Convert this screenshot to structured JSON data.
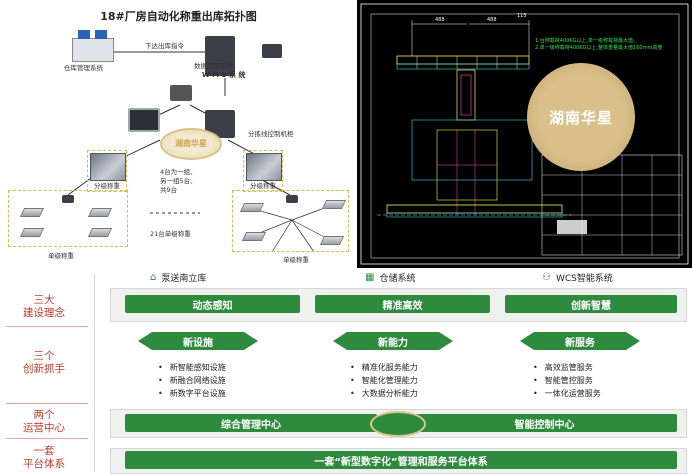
{
  "topology": {
    "title": "18#厂房自动化称重出库拓扑图",
    "labels": {
      "warehouse_system": "仓库管理系统",
      "outbound_cmd": "下达出库指令",
      "db_server": "数据库服务器",
      "wms": "W M S 系 统",
      "line_cabinet": "分拣线控制机柜",
      "group_scale_left": "分级称重",
      "group_scale_right": "分级称重",
      "grouping_note": "4台为一组、另一组5台、共9台",
      "single_count": "21台单级称重",
      "single_left": "单级称重",
      "single_right": "单级称重",
      "seal_text": "湖南华星"
    }
  },
  "cad": {
    "dimensions": [
      "488",
      "488",
      "115"
    ],
    "note_lines": [
      "1.台称载荷400KG以上,单一级称载荷最大值。",
      "2.单一级称载荷400KG以上,整体重量最大值160mm高度"
    ],
    "seal_text": "湖南华星"
  },
  "arch": {
    "headers": [
      {
        "icon": "warehouse-icon",
        "label": "泵送南立库"
      },
      {
        "icon": "grid-icon",
        "label": "仓储系统"
      },
      {
        "icon": "people-icon",
        "label": "WCS智能系统"
      }
    ],
    "rows": [
      {
        "label": "三大\n建设理念"
      },
      {
        "label": "三个\n创新抓手"
      },
      {
        "label": "两个\n运营中心"
      },
      {
        "label": "一套\n平台体系"
      }
    ],
    "concepts": [
      "动态感知",
      "精准高效",
      "创新智慧"
    ],
    "pillars": [
      {
        "title": "新设施",
        "items": [
          "新智能感知设施",
          "新融合网络设施",
          "新数字平台设施"
        ]
      },
      {
        "title": "新能力",
        "items": [
          "精准化服务能力",
          "智能化管理能力",
          "大数据分析能力"
        ]
      },
      {
        "title": "新服务",
        "items": [
          "高效监管服务",
          "智能管控服务",
          "一体化运营服务"
        ]
      }
    ],
    "centers": [
      "综合管理中心",
      "智能控制中心"
    ],
    "platform": "一套“新型数字化”管理和服务平台体系",
    "colors": {
      "green": "#2e8b3e",
      "red_label": "#c0392b"
    }
  }
}
